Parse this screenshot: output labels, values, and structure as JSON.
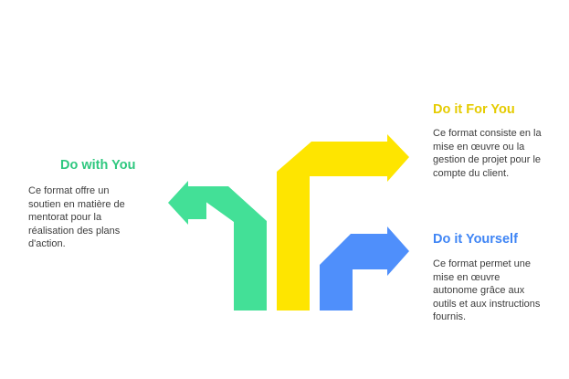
{
  "colors": {
    "green": "#43e097",
    "yellow": "#fee500",
    "blue": "#4f8ffb",
    "title_green": "#2fc87f",
    "title_yellow": "#e5cb00",
    "title_blue": "#3f85f5",
    "text": "#3c3c3c"
  },
  "items": [
    {
      "id": "with",
      "title": "Do with You",
      "description": "Ce format offre un soutien en matière de mentorat pour la réalisation des plans d'action.",
      "icon": "left-turn-arrow-icon"
    },
    {
      "id": "for",
      "title": "Do it For You",
      "description": "Ce format consiste en la mise en œuvre ou la gestion de projet pour le compte du client.",
      "icon": "right-turn-arrow-icon"
    },
    {
      "id": "yourself",
      "title": "Do it Yourself",
      "description": "Ce format permet une mise en œuvre autonome grâce aux outils et aux instructions fournis.",
      "icon": "right-turn-arrow-icon"
    }
  ]
}
